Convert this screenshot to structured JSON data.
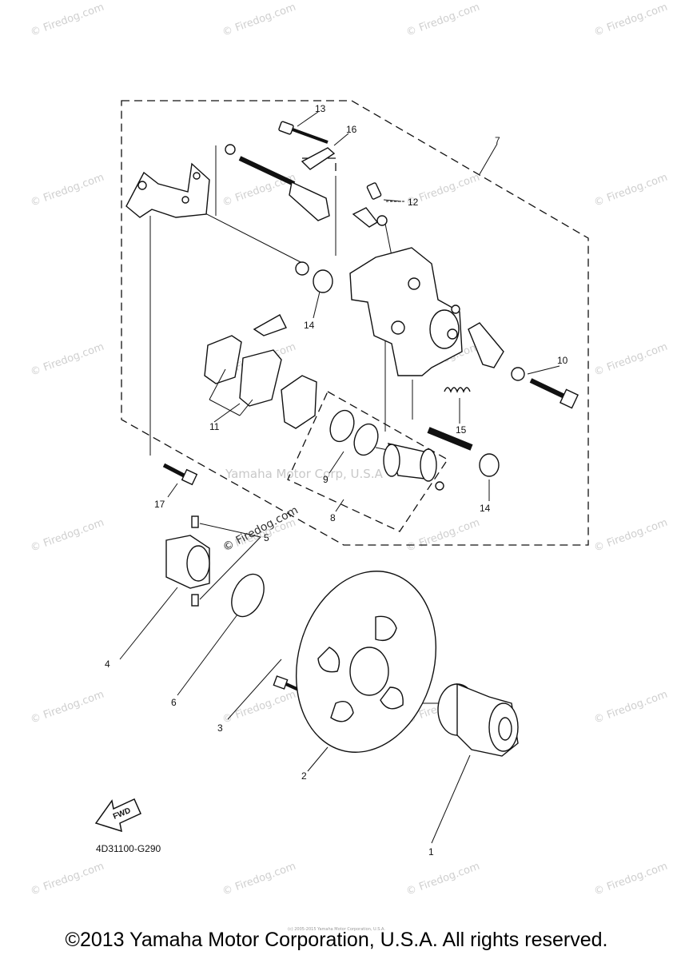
{
  "watermark": {
    "site": "© Firedog.com",
    "center": "Yamaha Motor Corp, U.S.A"
  },
  "callouts": {
    "c1": "1",
    "c2": "2",
    "c3": "3",
    "c4": "4",
    "c5": "5",
    "c6": "6",
    "c7": "7",
    "c8": "8",
    "c9": "9",
    "c10": "10",
    "c11": "11",
    "c12": "12",
    "c13": "13",
    "c14a": "14",
    "c14b": "14",
    "c15": "15",
    "c16": "16",
    "c17": "17"
  },
  "fwd_label": "FWD",
  "diagram_code": "4D31100-G290",
  "tiny_note": "(c) 2005-2015 Yamaha Motor Corporation, U.S.A.",
  "copyright": "©2013 Yamaha Motor Corporation, U.S.A. All rights reserved."
}
